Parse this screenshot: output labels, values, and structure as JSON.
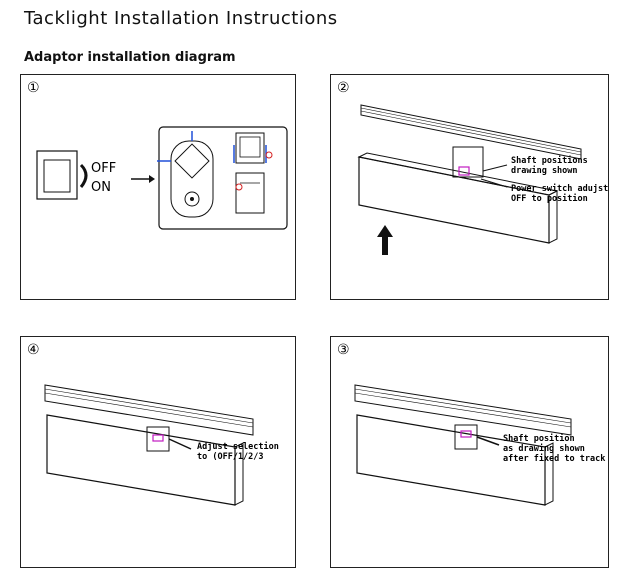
{
  "page": {
    "title": "Tacklight Installation Instructions",
    "subtitle": "Adaptor installation diagram"
  },
  "panels": {
    "p1": {
      "number": "①",
      "switch_off": "OFF",
      "switch_on": "ON"
    },
    "p2": {
      "number": "②",
      "label1_line1": "Shaft positions",
      "label1_line2": "drawing shown",
      "label2_line1": "Power switch adujst",
      "label2_line2": "OFF  to  position"
    },
    "p4": {
      "number": "④",
      "label_line1": "Adjust selection",
      "label_line2": "to (OFF/1/2/3"
    },
    "p3": {
      "number": "③",
      "label_line1": "Shaft position",
      "label_line2": "as drawing shown",
      "label_line3": "after fixed to track"
    }
  },
  "colors": {
    "line": "#111111",
    "accent_blue": "#1f4fd8",
    "accent_magenta": "#c21bc2",
    "accent_red": "#d42020"
  }
}
